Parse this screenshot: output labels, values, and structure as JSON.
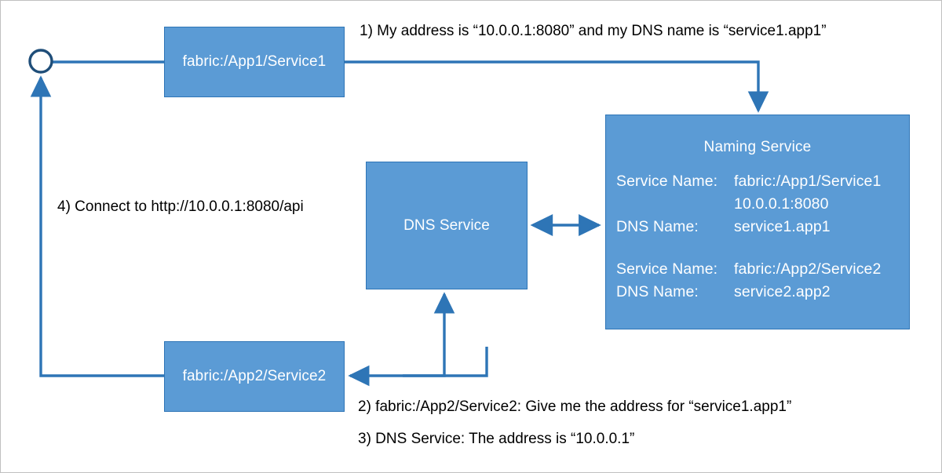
{
  "diagram": {
    "title": "Service Fabric DNS and Naming Service resolution flow",
    "colors": {
      "node_fill": "#5b9bd5",
      "node_border": "#2e75b6",
      "connector": "#2e75b6",
      "circle_stroke": "#1f4e79",
      "node_text": "#ffffff",
      "callout_text": "#000000",
      "page_border": "#c0c0c0",
      "background": "#ffffff"
    },
    "nodes": {
      "app1": {
        "label": "fabric:/App1/Service1"
      },
      "app2": {
        "label": "fabric:/App2/Service2"
      },
      "dns": {
        "label": "DNS Service"
      },
      "naming": {
        "title": "Naming Service",
        "records": [
          {
            "rows": [
              {
                "label": "Service Name:",
                "value": "fabric:/App1/Service1"
              },
              {
                "label": "",
                "value": "10.0.0.1:8080"
              },
              {
                "label": "DNS Name:",
                "value": "service1.app1"
              }
            ]
          },
          {
            "rows": [
              {
                "label": "Service Name:",
                "value": "fabric:/App2/Service2"
              },
              {
                "label": "DNS Name:",
                "value": "service2.app2"
              }
            ]
          }
        ]
      }
    },
    "callouts": {
      "step1": "1) My address is “10.0.0.1:8080” and my DNS name is “service1.app1”",
      "step2": "2) fabric:/App2/Service2: Give me the address for “service1.app1”",
      "step3": "3) DNS Service: The address is “10.0.0.1”",
      "step4": "4) Connect to http://10.0.0.1:8080/api"
    },
    "connectors": [
      {
        "name": "app1-to-naming",
        "from": "fabric:/App1/Service1",
        "to": "Naming Service",
        "arrow": "end"
      },
      {
        "name": "dns-to-naming",
        "from": "DNS Service",
        "to": "Naming Service",
        "arrow": "both"
      },
      {
        "name": "app2-to-dns",
        "from": "fabric:/App2/Service2",
        "to": "DNS Service",
        "arrow": "end"
      },
      {
        "name": "dns-to-app2",
        "from": "DNS Service",
        "to": "fabric:/App2/Service2",
        "arrow": "end"
      },
      {
        "name": "app2-to-endpoint",
        "from": "fabric:/App2/Service2",
        "to": "connection-endpoint",
        "arrow": "end"
      },
      {
        "name": "app1-to-endpoint",
        "from": "fabric:/App1/Service1",
        "to": "connection-endpoint",
        "arrow": "none"
      }
    ]
  }
}
